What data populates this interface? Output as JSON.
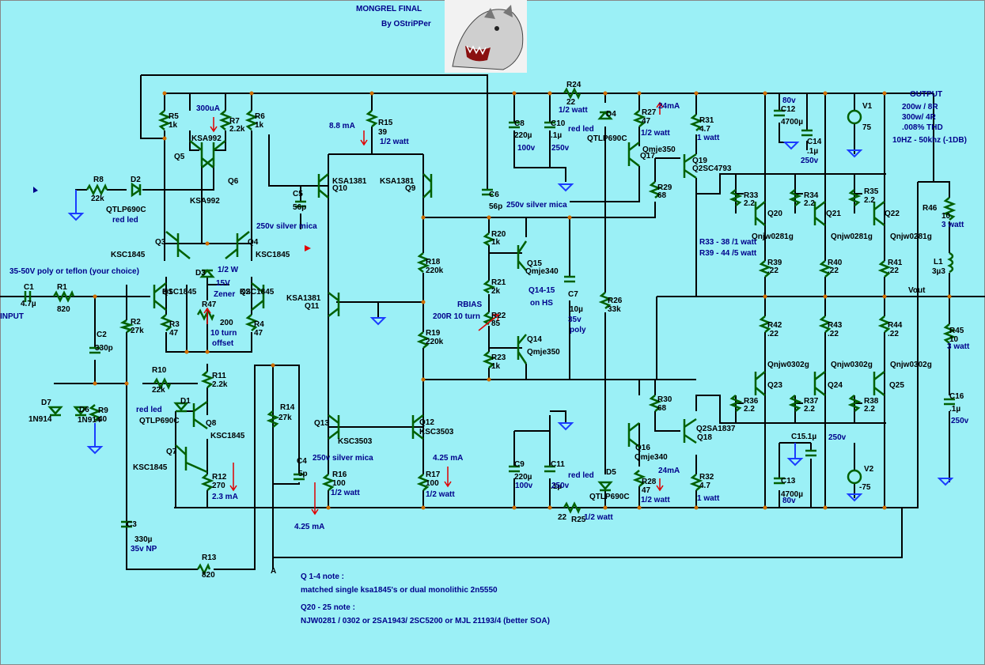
{
  "title": "MONGREL FINAL",
  "author": "By OStriPPer",
  "wolf_image": "wolf-head-illustration",
  "colors": {
    "background": "#9bf0f6",
    "wire": "#000000",
    "component": "#006000",
    "ground": "#1a3cff",
    "current_arrow": "#e00000",
    "note_text": "#00008b",
    "junction": "#d07000"
  },
  "input_label": "INPUT",
  "input_cap_note": "35-50V poly or teflon (your choice)",
  "output": {
    "title": "OUTPUT",
    "lines": [
      "200w / 8R",
      "300w/ 4R",
      ".008% THD",
      "10HZ - 50khz (-1DB)"
    ]
  },
  "node_A": "A",
  "vout": "Vout",
  "notes": [
    {
      "heading": "Q 1-4 note :",
      "text": "matched single ksa1845's or dual monolithic 2n5550"
    },
    {
      "heading": "Q20 - 25 note :",
      "text": "NJW0281 / 0302 or 2SA1943/ 2SC5200 or MJL 21193/4 (better SOA)"
    }
  ],
  "annotations": {
    "i_300uA": "300uA",
    "i_8_8mA": "8.8 mA",
    "i_24mA_top": "24mA",
    "i_24mA_bot": "24mA",
    "i_4_25mA_r16": "4.25 mA",
    "i_4_25mA_r17": "4.25 mA",
    "i_2_3mA": "2.3 mA",
    "red_led_d2": "red led",
    "red_led_d1": "red led",
    "red_led_d4": "red led",
    "red_led_d5": "red led",
    "silver_mica_c5": "250v silver mica",
    "silver_mica_c6": "250v silver mica",
    "silver_mica_c4": "250v silver mica",
    "half_watt_r15": "1/2 watt",
    "half_watt_r27": "1/2 watt",
    "half_watt_r28": "1/2 watt",
    "half_watt_r16": "1/2 watt",
    "half_watt_r17": "1/2 watt",
    "one_watt_r31": "1 watt",
    "one_watt_r32": "1 watt",
    "r33_38": "R33 - 38  /1 watt",
    "r39_44": "R39 - 44  /5 watt",
    "q14_15_hs": "Q14-15",
    "on_hs": "on HS",
    "rbias": "RBIAS",
    "rbias_turn": "200R 10 turn",
    "r47_turn": "10 turn",
    "r47_offset": "offset",
    "zener_w": "1/2 W",
    "zener_v": "15V",
    "zener_lbl": "Zener",
    "poly": "poly",
    "np": "35v NP"
  },
  "components": [
    {
      "id": "R1",
      "value": "820"
    },
    {
      "id": "C1",
      "value": "4.7µ"
    },
    {
      "id": "C2",
      "value": "330p"
    },
    {
      "id": "R2",
      "value": "27k"
    },
    {
      "id": "R3",
      "value": "47"
    },
    {
      "id": "R4",
      "value": "47"
    },
    {
      "id": "R5",
      "value": "1k"
    },
    {
      "id": "R6",
      "value": "1k"
    },
    {
      "id": "R7",
      "value": "2.2k"
    },
    {
      "id": "R8",
      "value": "22k"
    },
    {
      "id": "R9",
      "value": "40"
    },
    {
      "id": "R10",
      "value": "22k"
    },
    {
      "id": "R11",
      "value": "2.2k"
    },
    {
      "id": "R12",
      "value": "270"
    },
    {
      "id": "R13",
      "value": "820"
    },
    {
      "id": "R14",
      "value": "27k"
    },
    {
      "id": "R15",
      "value": "39"
    },
    {
      "id": "R16",
      "value": "100"
    },
    {
      "id": "R17",
      "value": "100"
    },
    {
      "id": "R18",
      "value": "220k"
    },
    {
      "id": "R19",
      "value": "220k"
    },
    {
      "id": "R20",
      "value": "1k"
    },
    {
      "id": "R21",
      "value": "2k"
    },
    {
      "id": "R22",
      "value": "85"
    },
    {
      "id": "R23",
      "value": "1k"
    },
    {
      "id": "R24",
      "value": "22"
    },
    {
      "id": "R25",
      "value": "22"
    },
    {
      "id": "R26",
      "value": "33k"
    },
    {
      "id": "R27",
      "value": "47"
    },
    {
      "id": "R28",
      "value": "47"
    },
    {
      "id": "R29",
      "value": "68"
    },
    {
      "id": "R30",
      "value": "68"
    },
    {
      "id": "R31",
      "value": "4.7"
    },
    {
      "id": "R32",
      "value": "4.7"
    },
    {
      "id": "R33",
      "value": "2.2"
    },
    {
      "id": "R34",
      "value": "2.2"
    },
    {
      "id": "R35",
      "value": "2.2"
    },
    {
      "id": "R36",
      "value": "2.2"
    },
    {
      "id": "R37",
      "value": "2.2"
    },
    {
      "id": "R38",
      "value": "2.2"
    },
    {
      "id": "R39",
      "value": ".22"
    },
    {
      "id": "R40",
      "value": ".22"
    },
    {
      "id": "R41",
      "value": ".22"
    },
    {
      "id": "R42",
      "value": ".22"
    },
    {
      "id": "R43",
      "value": ".22"
    },
    {
      "id": "R44",
      "value": ".22"
    },
    {
      "id": "R45",
      "value": "10"
    },
    {
      "id": "R46",
      "value": "10"
    },
    {
      "id": "R47",
      "value": "200"
    },
    {
      "id": "C3",
      "value": "330µ"
    },
    {
      "id": "C4",
      "value": "5p"
    },
    {
      "id": "C5",
      "value": "56p"
    },
    {
      "id": "C6",
      "value": "56p"
    },
    {
      "id": "C7",
      "value": "10µ"
    },
    {
      "id": "C8",
      "value": "220µ"
    },
    {
      "id": "C9",
      "value": "220µ"
    },
    {
      "id": "C10",
      "value": ".1µ"
    },
    {
      "id": "C11",
      "value": ".1µ"
    },
    {
      "id": "C12",
      "value": "4700µ"
    },
    {
      "id": "C13",
      "value": "4700µ"
    },
    {
      "id": "C14",
      "value": ".1µ"
    },
    {
      "id": "C15",
      "value": ".1µ"
    },
    {
      "id": "C16",
      "value": ".1µ"
    },
    {
      "id": "L1",
      "value": "3µ3"
    },
    {
      "id": "V1",
      "value": "75"
    },
    {
      "id": "V2",
      "value": "-75"
    },
    {
      "id": "Q1",
      "value": "KSC1845"
    },
    {
      "id": "Q2",
      "value": "KSC1845"
    },
    {
      "id": "Q3",
      "value": "KSC1845"
    },
    {
      "id": "Q4",
      "value": "KSC1845"
    },
    {
      "id": "Q5",
      "value": "KSA992"
    },
    {
      "id": "Q6",
      "value": "KSA992"
    },
    {
      "id": "Q7",
      "value": "KSC1845"
    },
    {
      "id": "Q8",
      "value": "KSC1845"
    },
    {
      "id": "Q9",
      "value": "KSA1381"
    },
    {
      "id": "Q10",
      "value": "KSA1381"
    },
    {
      "id": "Q11",
      "value": "KSA1381"
    },
    {
      "id": "Q12",
      "value": "KSC3503"
    },
    {
      "id": "Q13",
      "value": "KSC3503"
    },
    {
      "id": "Q14",
      "value": "Qmje350"
    },
    {
      "id": "Q15",
      "value": "Qmje340"
    },
    {
      "id": "Q16",
      "value": "Qmje340"
    },
    {
      "id": "Q17",
      "value": "Qmje350"
    },
    {
      "id": "Q18",
      "value": "Q2SA1837"
    },
    {
      "id": "Q19",
      "value": "Q2SC4793"
    },
    {
      "id": "Q20",
      "value": "Qnjw0281g"
    },
    {
      "id": "Q21",
      "value": "Qnjw0281g"
    },
    {
      "id": "Q22",
      "value": "Qnjw0281g"
    },
    {
      "id": "Q23",
      "value": "Qnjw0302g"
    },
    {
      "id": "Q24",
      "value": "Qnjw0302g"
    },
    {
      "id": "Q25",
      "value": "Qnjw0302g"
    },
    {
      "id": "D1",
      "value": "QTLP690C"
    },
    {
      "id": "D2",
      "value": "QTLP690C"
    },
    {
      "id": "D3",
      "value": ""
    },
    {
      "id": "D4",
      "value": "QTLP690C"
    },
    {
      "id": "D5",
      "value": "QTLP690C"
    },
    {
      "id": "D6",
      "value": "1N914"
    },
    {
      "id": "D7",
      "value": "1N914"
    }
  ],
  "ratings": {
    "C8": "100v",
    "C9": "100v",
    "C10": "250v",
    "C11": "250v",
    "C12": "80v",
    "C13": "80v",
    "C14": "250v",
    "C15": "250v",
    "C16": "250v",
    "C7": "35v",
    "R45": "3 watt",
    "R46": "3 watt",
    "R24": "1/2 watt",
    "R25": "1/2 watt"
  }
}
